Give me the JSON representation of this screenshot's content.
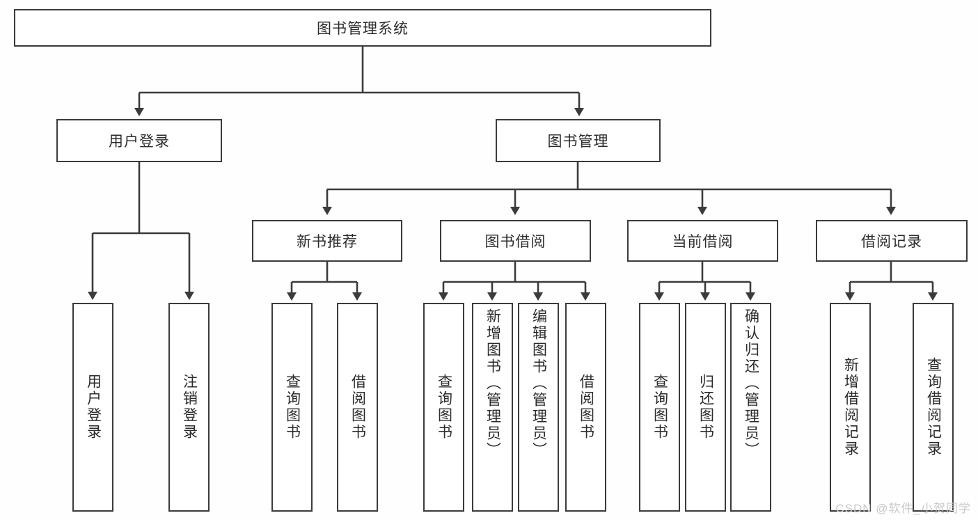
{
  "diagram": {
    "type": "tree-hierarchy",
    "title_node": {
      "label": "图书管理系统"
    },
    "level1": [
      {
        "label": "用户登录"
      },
      {
        "label": "图书管理"
      }
    ],
    "level2": [
      {
        "label": "新书推荐"
      },
      {
        "label": "图书借阅"
      },
      {
        "label": "当前借阅"
      },
      {
        "label": "借阅记录"
      }
    ],
    "leaves": {
      "user_login": [
        {
          "label": "用户登录"
        },
        {
          "label": "注销登录"
        }
      ],
      "new_book_recommend": [
        {
          "label": "查询图书"
        },
        {
          "label": "借阅图书"
        }
      ],
      "book_borrow": [
        {
          "label": "查询图书"
        },
        {
          "label": "新增图书（管理员）"
        },
        {
          "label": "编辑图书（管理员）"
        },
        {
          "label": "借阅图书"
        }
      ],
      "current_borrow": [
        {
          "label": "查询图书"
        },
        {
          "label": "归还图书"
        },
        {
          "label": "确认归还（管理员）"
        }
      ],
      "borrow_record": [
        {
          "label": "新增借阅记录"
        },
        {
          "label": "查询借阅记录"
        }
      ]
    }
  },
  "watermark": {
    "text": "CSDN @软件_小贺同学"
  },
  "colors": {
    "border": "#3b3b3b",
    "text": "#2b2b2b",
    "background": "#fefefe",
    "watermark": "#c9c9c9"
  }
}
